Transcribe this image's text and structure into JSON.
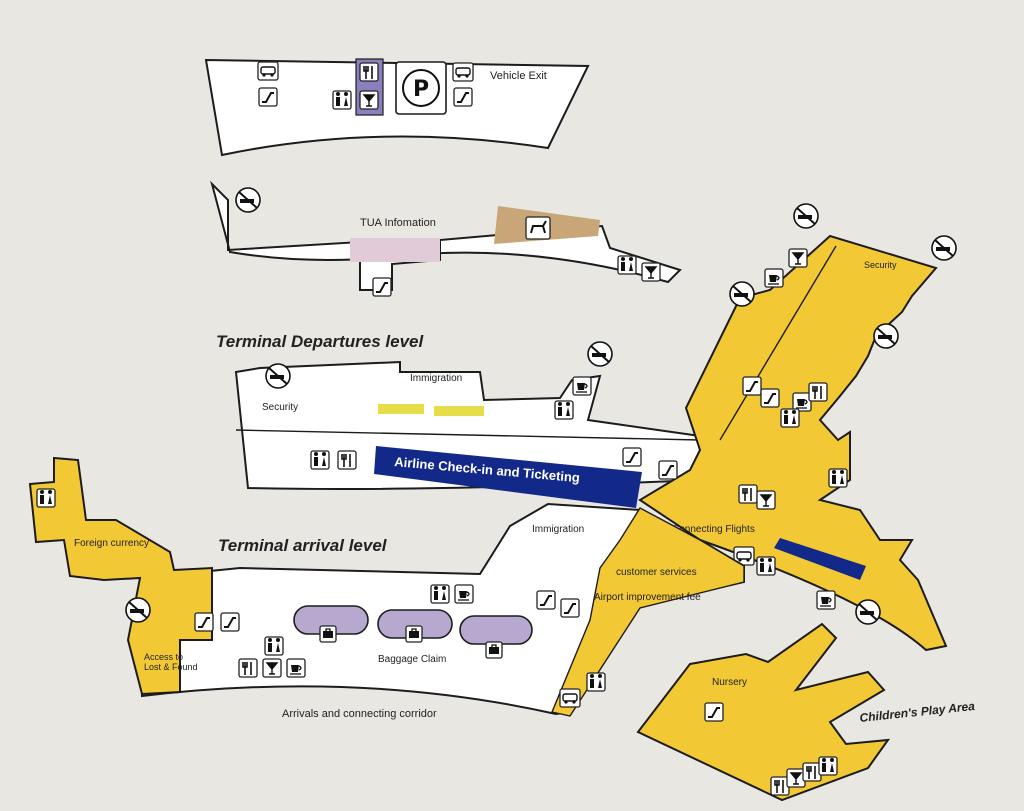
{
  "map": {
    "labels": {
      "vehicle_exit": "Vehicle Exit",
      "tua_information": "TUA Infomation",
      "departures_level": "Terminal Departures level",
      "security_dep": "Security",
      "immigration_dep": "Immigration",
      "airline_checkin": "Airline Check-in and Ticketing",
      "foreign_currency": "Foreign currency",
      "arrival_level": "Terminal arrival level",
      "immigration_arr": "Immigration",
      "connecting_flights": "Connecting Flights",
      "customer_services": "customer services",
      "airport_fee": "Airport improvement fee",
      "access_lost_found_1": "Access to",
      "access_lost_found_2": "Lost & Found",
      "baggage_claim": "Baggage Claim",
      "arrivals_corridor": "Arrivals and connecting corridor",
      "nursery": "Nursery",
      "childrens_play": "Children's Play Area",
      "security_gates": "Security"
    },
    "colors": {
      "background": "#e9e7e1",
      "floor": "#ffffff",
      "yellow_area": "#f2c935",
      "checkin_banner": "#13298a",
      "purple_area": "#b6a8cf",
      "tan_area": "#c9a677",
      "outline": "#1c1c1c"
    },
    "icons": {
      "parking": "P",
      "car_rental": "car-rental-icon",
      "escalator": "escalator-icon",
      "restaurant": "restaurant-icon",
      "bar": "bar-icon",
      "restroom": "restroom-icon",
      "no_smoking": "no-smoking-icon",
      "pet_area": "pet-area-icon",
      "coffee": "coffee-icon",
      "baggage": "baggage-icon"
    }
  }
}
